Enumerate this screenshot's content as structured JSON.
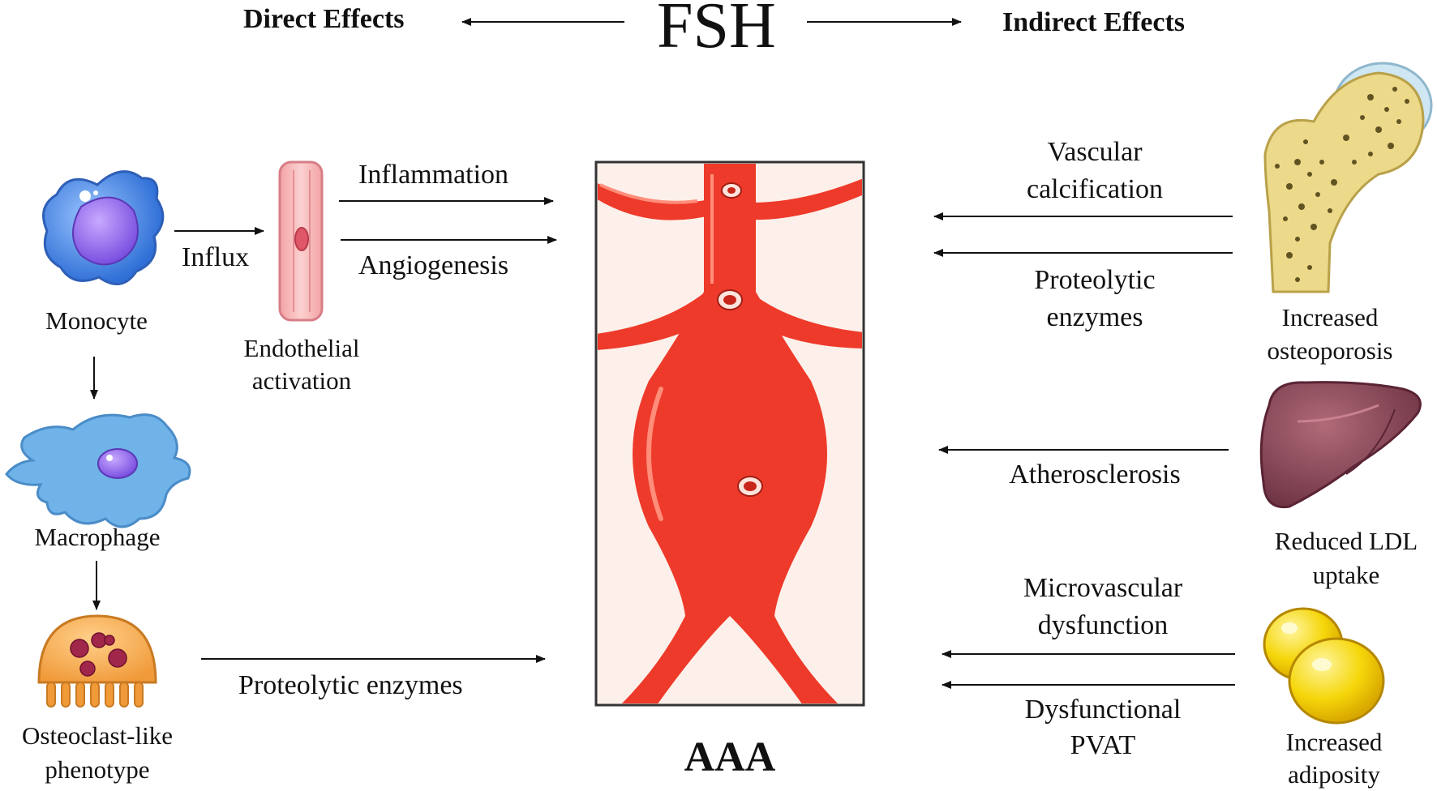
{
  "title": "FSH",
  "direct_heading": "Direct Effects",
  "indirect_heading": "Indirect Effects",
  "center_label": "AAA",
  "left": {
    "monocyte": "Monocyte",
    "macrophage": "Macrophage",
    "osteoclast_line1": "Osteoclast-like",
    "osteoclast_line2": "phenotype",
    "endothelial_line1": "Endothelial",
    "endothelial_line2": "activation",
    "influx": "Influx",
    "inflammation": "Inflammation",
    "angiogenesis": "Angiogenesis",
    "proteolytic": "Proteolytic enzymes"
  },
  "right": {
    "vascular_line1": "Vascular",
    "vascular_line2": "calcification",
    "proteolytic_line1": "Proteolytic",
    "proteolytic_line2": "enzymes",
    "osteoporosis_line1": "Increased",
    "osteoporosis_line2": "osteoporosis",
    "atherosclerosis": "Atherosclerosis",
    "ldl_line1": "Reduced LDL",
    "ldl_line2": "uptake",
    "microvascular_line1": "Microvascular",
    "microvascular_line2": "dysfunction",
    "pvat_line1": "Dysfunctional",
    "pvat_line2": "PVAT",
    "adiposity_line1": "Increased",
    "adiposity_line2": "adiposity"
  },
  "colors": {
    "aorta": "#ee3a2a",
    "aorta_highlight": "#ff8d7a",
    "panel_bg": "#fdf0ea",
    "monocyte": "#4a89e8",
    "macrophage": "#6fb3e8",
    "osteoclast": "#f6a94e",
    "endothelial": "#f6b8b8",
    "bone": "#ecd98a",
    "liver": "#8c4a5a",
    "fat": "#f4d40a"
  }
}
